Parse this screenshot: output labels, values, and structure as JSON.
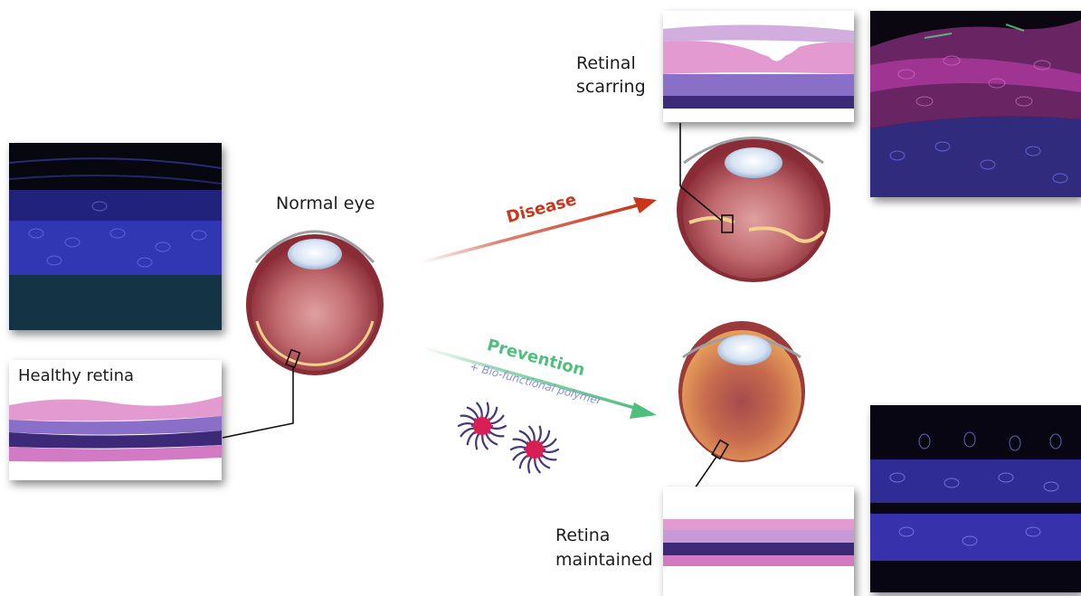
{
  "labels": {
    "normal_eye": "Normal eye",
    "healthy_retina": "Healthy retina",
    "retinal_scarring_line1": "Retinal",
    "retinal_scarring_line2": "scarring",
    "retina_maintained_line1": "Retina",
    "retina_maintained_line2": "maintained"
  },
  "arrows": {
    "disease": "Disease",
    "prevention": "Prevention",
    "polymer": "+ Bio-functional polymer"
  },
  "colors": {
    "disease": "#c8361c",
    "prevention": "#4fbf7e",
    "polymer_text": "#8c8fd6",
    "eye_interior": "#a5474a",
    "healthy_eye_interior": "#d9864a",
    "lens": "#dce8f6",
    "scar": "#f3d08e",
    "nanoparticle_arm": "#45377a",
    "nanoparticle_core": "#d81f55",
    "fluorescence_blue": "#4a45c8",
    "fluorescence_magenta": "#b83aa6",
    "he_stain_pink": "#e39ad0",
    "he_stain_purple": "#3c2a78"
  }
}
